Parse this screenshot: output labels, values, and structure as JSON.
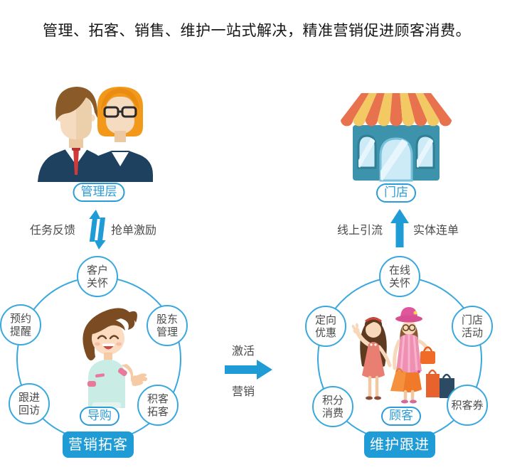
{
  "title": "管理、拓客、销售、维护一站式解决，精准营销促进顾客消费。",
  "colors": {
    "primary_blue": "#1f9bd6",
    "ring_stroke": "#3aa8de",
    "pill_blue": "#2b9cd8",
    "node_text": "#4a4a4a",
    "awning_red": "#e8714e",
    "awning_yellow": "#f2c963"
  },
  "icons": {
    "management": "business-people",
    "store": "storefront",
    "guide": "shopping-guide-woman",
    "customers": "shopping-women",
    "exchange": "up-down-arrows",
    "uplink": "up-arrow",
    "flow": "right-arrow"
  },
  "left": {
    "group_label": "管理层",
    "exchange_left_label": "任务反馈",
    "exchange_right_label": "抢单激励",
    "nodes": [
      {
        "line1": "客户",
        "line2": "关怀"
      },
      {
        "line1": "预约",
        "line2": "提醒"
      },
      {
        "line1": "股东",
        "line2": "管理"
      },
      {
        "line1": "跟进",
        "line2": "回访"
      },
      {
        "line1": "积客",
        "line2": "拓客"
      }
    ],
    "center_label": "导购",
    "bottom_label": "营销拓客"
  },
  "middle": {
    "label_top": "激活",
    "label_bottom": "营销"
  },
  "right": {
    "group_label": "门店",
    "arrow_left_label": "线上引流",
    "arrow_right_label": "实体连单",
    "nodes": [
      {
        "line1": "在线",
        "line2": "关怀"
      },
      {
        "line1": "定向",
        "line2": "优惠"
      },
      {
        "line1": "门店",
        "line2": "活动"
      },
      {
        "line1": "积分",
        "line2": "消费"
      },
      {
        "line1": "积客券"
      }
    ],
    "center_label": "顾客",
    "bottom_label": "维护跟进"
  }
}
